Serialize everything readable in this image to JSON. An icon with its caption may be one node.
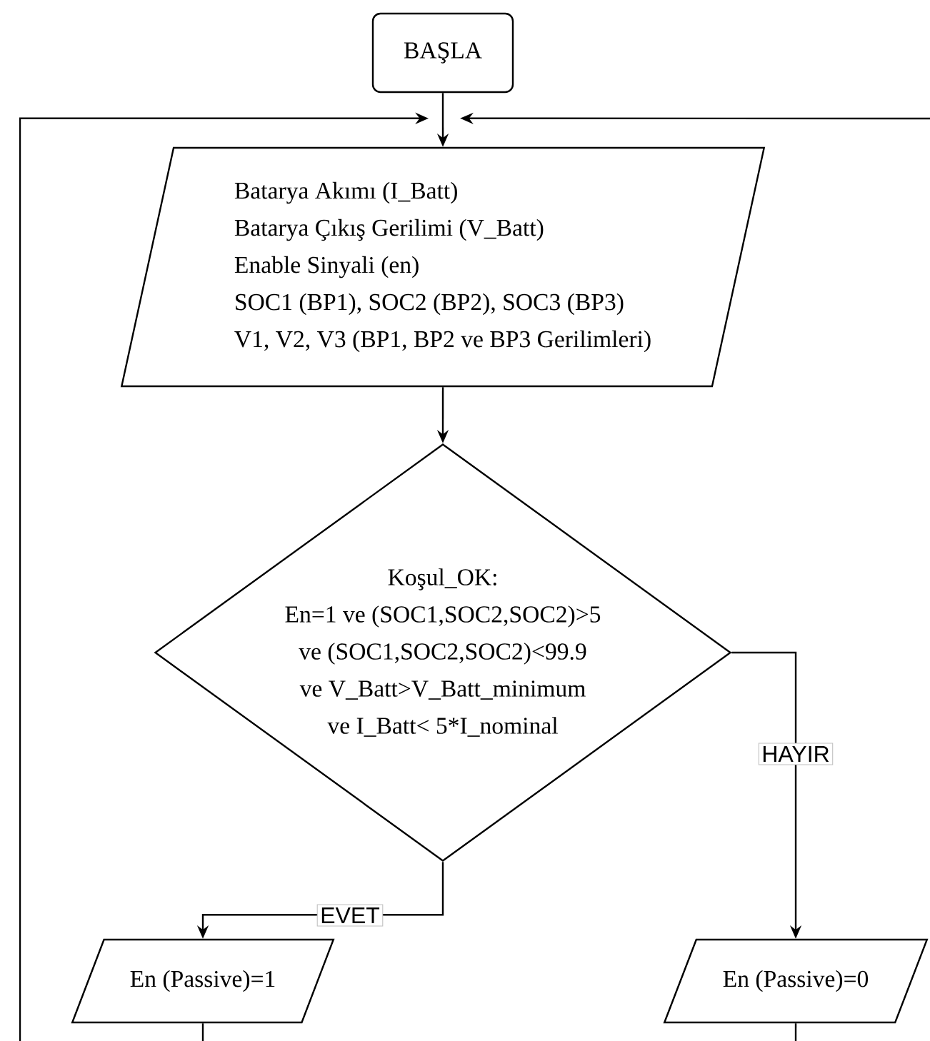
{
  "diagram": {
    "nodes": [
      {
        "text": [
          "BAŞLA"
        ]
      },
      {
        "text": [
          "Batarya Akımı (I_Batt)",
          "Batarya Çıkış Gerilimi (V_Batt)",
          "Enable Sinyali (en)",
          "SOC1 (BP1), SOC2 (BP2), SOC3 (BP3)",
          "V1, V2, V3 (BP1, BP2 ve BP3 Gerilimleri)"
        ]
      },
      {
        "text": [
          "Koşul_OK:",
          "En=1 ve (SOC1,SOC2,SOC2)>5",
          "ve (SOC1,SOC2,SOC2)<99.9",
          "ve V_Batt>V_Batt_minimum",
          "ve I_Batt< 5*I_nominal"
        ]
      },
      {
        "text": [
          "En (Passive)=1"
        ]
      },
      {
        "text": [
          "En (Passive)=0"
        ]
      }
    ],
    "edges": [
      {
        "from": 0,
        "to": 1,
        "arrow": "to"
      },
      {
        "from": 1,
        "to": 2,
        "arrow": "to"
      },
      {
        "from": 2,
        "to": 3,
        "arrow": "to",
        "label": "EVET"
      },
      {
        "from": 2,
        "to": 4,
        "arrow": "to",
        "label": "HAYIR"
      },
      {
        "from": null,
        "to": 1,
        "arrow": "to"
      },
      {
        "from": null,
        "to": 1,
        "arrow": "to"
      },
      {
        "from": 3,
        "to": null,
        "arrow": "none"
      },
      {
        "from": 4,
        "to": null,
        "arrow": "none"
      }
    ]
  }
}
